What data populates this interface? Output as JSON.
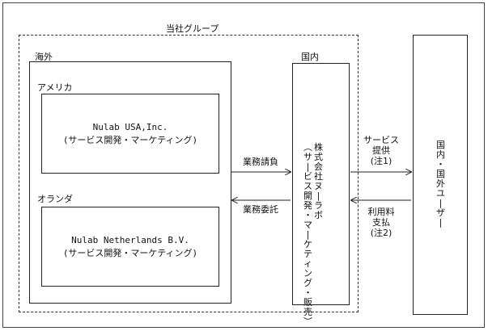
{
  "group_label": "当社グループ",
  "overseas": {
    "label": "海外",
    "america": {
      "label": "アメリカ",
      "company": "Nulab USA,Inc.",
      "role": "(サービス開発・マーケティング)"
    },
    "netherlands": {
      "label": "オランダ",
      "company": "Nulab Netherlands B.V.",
      "role": "(サービス開発・マーケティング)"
    }
  },
  "domestic": {
    "label": "国内",
    "company": "株式会社ヌーラボ",
    "role": "(サービス開発・マーケティング・販売)"
  },
  "users": {
    "label": "国内・国外ユーザー"
  },
  "flows": {
    "billing": "業務請負",
    "outsourcing": "業務委託",
    "service_line1": "サービス",
    "service_line2": "提供",
    "service_note": "(注1)",
    "fee_line1": "利用料",
    "fee_line2": "支払",
    "fee_note": "(注2)"
  }
}
